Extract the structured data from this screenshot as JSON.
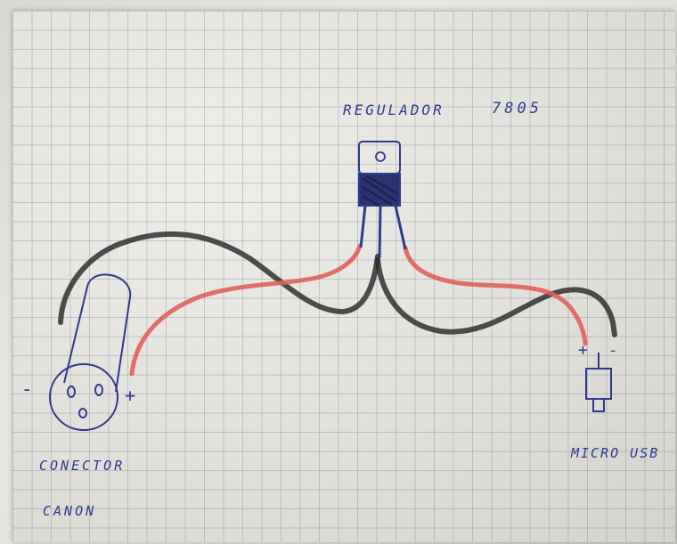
{
  "labels": {
    "regulator": "REGULADOR",
    "regulator_model": "7805",
    "connector_line1": "CONECTOR",
    "connector_line2": "CANON",
    "usb": "MICRO USB",
    "canon_negative": "-",
    "canon_positive": "+",
    "usb_positive": "+",
    "usb_negative": "-"
  },
  "colors": {
    "ink_blue": "#2f3a8c",
    "pencil_red": "#e0605d",
    "pencil_black": "#2a2a2a",
    "grid": "#8a94aa",
    "paper": "#e4e3de"
  },
  "icons": {
    "regulator": "to220-regulator-icon",
    "canon_connector": "barrel-connector-icon",
    "usb_connector": "micro-usb-connector-icon"
  }
}
